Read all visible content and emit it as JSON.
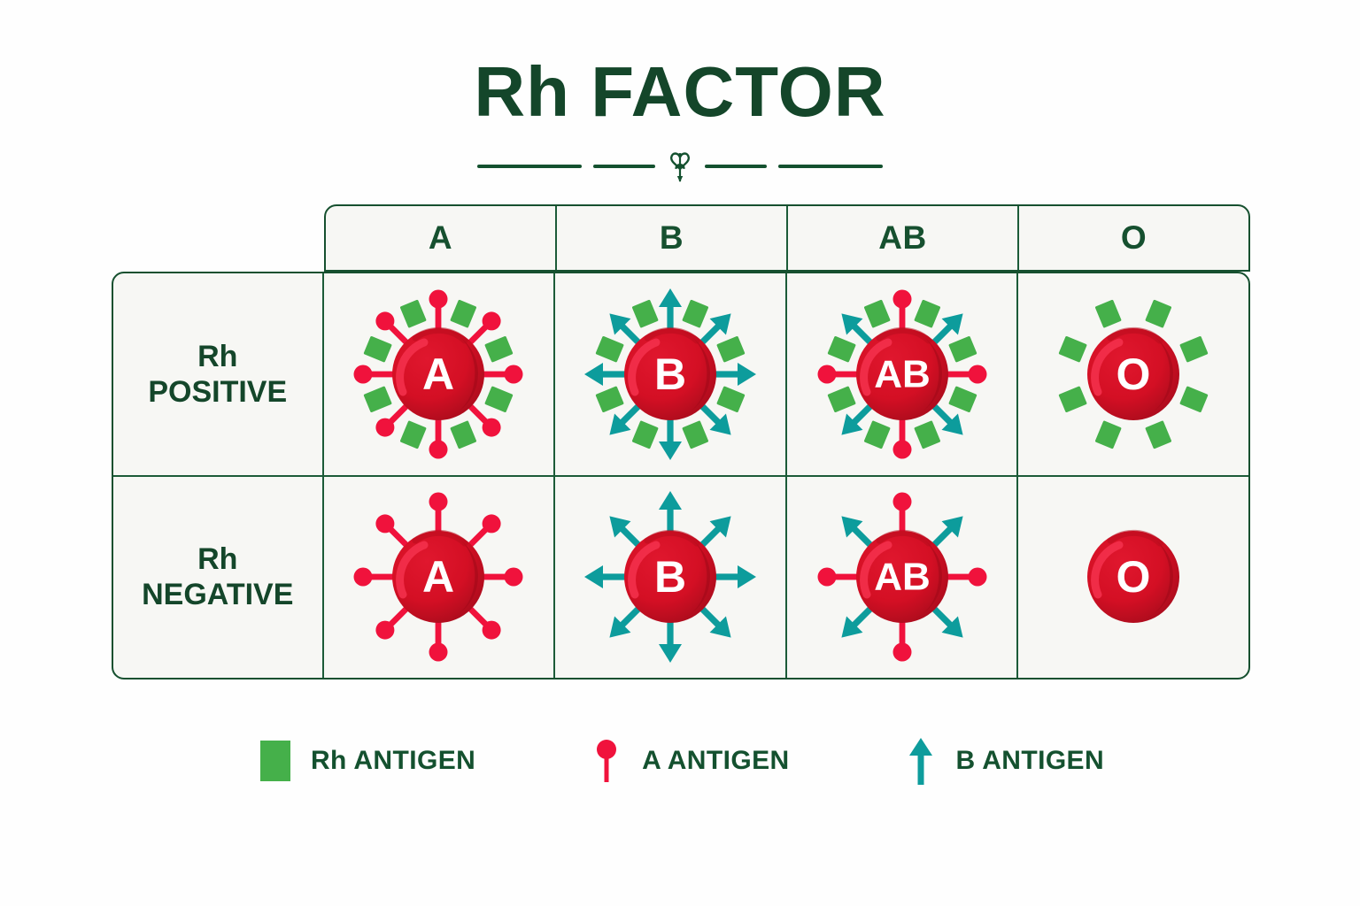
{
  "title": "Rh FACTOR",
  "divider": {
    "ornament_icon": "leaf-heart-ornament-icon",
    "dash_count": 4
  },
  "colors": {
    "title_green": "#14462A",
    "border_green": "#16502F",
    "cell_background": "#F7F7F4",
    "page_background": "#FEFEFE",
    "rh_antigen_green": "#45B04A",
    "a_antigen_red": "#F0123C",
    "b_antigen_teal": "#0D9C9C",
    "blood_cell_red": "#D40F24",
    "blood_cell_dark": "#A80C1C",
    "label_white": "#FFFFFF"
  },
  "table": {
    "column_headers": [
      {
        "label": "A"
      },
      {
        "label": "B"
      },
      {
        "label": "AB"
      },
      {
        "label": "O"
      }
    ],
    "rows": [
      {
        "label": "Rh\nPOSITIVE",
        "rh": true,
        "cells": [
          {
            "type": "A",
            "letter": "A",
            "a_antigens": 8,
            "b_antigens": 0,
            "rh_antigens": 8
          },
          {
            "type": "B",
            "letter": "B",
            "a_antigens": 0,
            "b_antigens": 8,
            "rh_antigens": 8
          },
          {
            "type": "AB",
            "letter": "AB",
            "a_antigens": 4,
            "b_antigens": 4,
            "rh_antigens": 8
          },
          {
            "type": "O",
            "letter": "O",
            "a_antigens": 0,
            "b_antigens": 0,
            "rh_antigens": 8
          }
        ]
      },
      {
        "label": "Rh\nNEGATIVE",
        "rh": false,
        "cells": [
          {
            "type": "A",
            "letter": "A",
            "a_antigens": 8,
            "b_antigens": 0,
            "rh_antigens": 0
          },
          {
            "type": "B",
            "letter": "B",
            "a_antigens": 0,
            "b_antigens": 8,
            "rh_antigens": 0
          },
          {
            "type": "AB",
            "letter": "AB",
            "a_antigens": 4,
            "b_antigens": 4,
            "rh_antigens": 0
          },
          {
            "type": "O",
            "letter": "O",
            "a_antigens": 0,
            "b_antigens": 0,
            "rh_antigens": 0
          }
        ]
      }
    ]
  },
  "legend": {
    "items": [
      {
        "label": "Rh ANTIGEN",
        "icon": "green-square-icon"
      },
      {
        "label": "A ANTIGEN",
        "icon": "red-pin-icon"
      },
      {
        "label": "B ANTIGEN",
        "icon": "teal-arrow-icon"
      }
    ]
  }
}
